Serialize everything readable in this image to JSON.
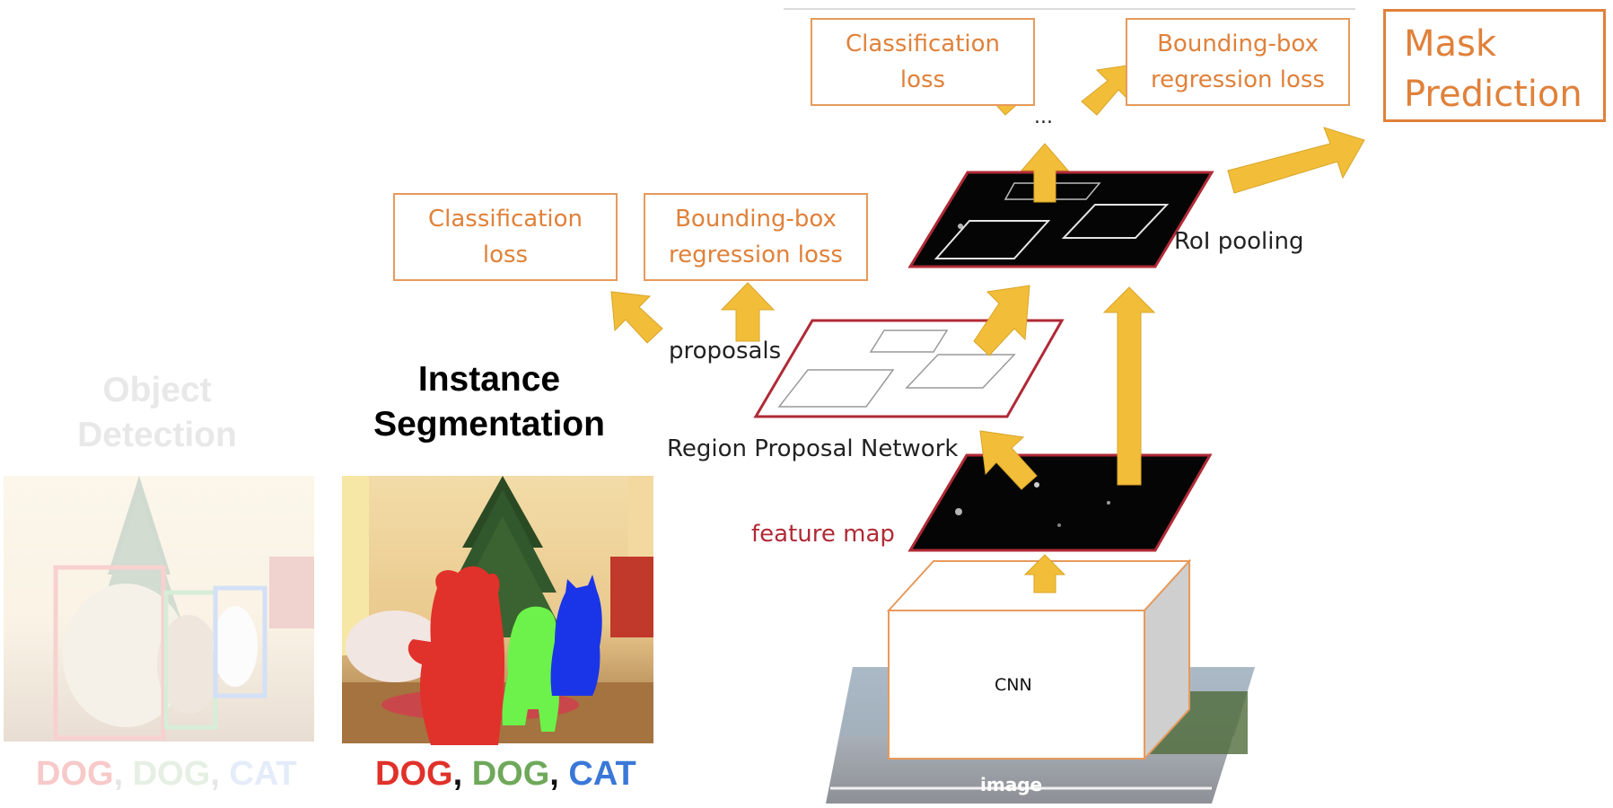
{
  "colors": {
    "accent_orange": "#e0813a",
    "arrow_yellow": "#f2be3a",
    "feature_red": "#b02a36",
    "dog_red": "#e0312a",
    "dog_green": "#6fa85a",
    "cat_blue": "#3a78d8"
  },
  "diagram": {
    "top_classification_loss": [
      "Classification",
      "loss"
    ],
    "top_bbox_loss": [
      "Bounding-box",
      "regression loss"
    ],
    "mask_prediction": [
      "Mask",
      "Prediction"
    ],
    "ellipsis": "...",
    "roi_pooling": "RoI pooling",
    "mid_classification_loss": [
      "Classification",
      "loss"
    ],
    "mid_bbox_loss": [
      "Bounding-box",
      "regression loss"
    ],
    "proposals": "proposals",
    "rpn": "Region Proposal Network",
    "feature_map": "feature map",
    "cnn": "CNN",
    "image": "image"
  },
  "left_panel": {
    "title": [
      "Object",
      "Detection"
    ],
    "caption": [
      {
        "text": "DOG",
        "color": "#f7c9c9"
      },
      {
        "text": ", ",
        "color": "#e6e6e6"
      },
      {
        "text": "DOG",
        "color": "#e6efe3"
      },
      {
        "text": ", ",
        "color": "#e6e6e6"
      },
      {
        "text": "CAT",
        "color": "#e4ecfa"
      }
    ]
  },
  "middle_panel": {
    "title": [
      "Instance",
      "Segmentation"
    ],
    "caption": [
      {
        "text": "DOG",
        "color": "#e0312a"
      },
      {
        "text": ", ",
        "color": "#111111"
      },
      {
        "text": "DOG",
        "color": "#6fa85a"
      },
      {
        "text": ", ",
        "color": "#111111"
      },
      {
        "text": "CAT",
        "color": "#3a78d8"
      }
    ]
  }
}
